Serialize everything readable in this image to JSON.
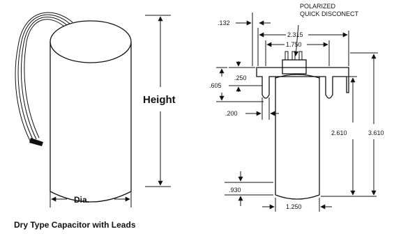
{
  "left_figure": {
    "height_label": "Height",
    "diameter_label": "Dia.",
    "caption": "Dry Type Capacitor with Leads"
  },
  "right_figure": {
    "connector_label_line1": "POLARIZED",
    "connector_label_line2": "QUICK DISCONECT",
    "dim_132": ".132",
    "dim_2315": "2.315",
    "dim_1750": "1.750",
    "dim_250": ".250",
    "dim_605": ".605",
    "dim_200": ".200",
    "dim_2610": "2.610",
    "dim_3610": "3.610",
    "dim_930": ".930",
    "dim_1250": "1.250"
  }
}
